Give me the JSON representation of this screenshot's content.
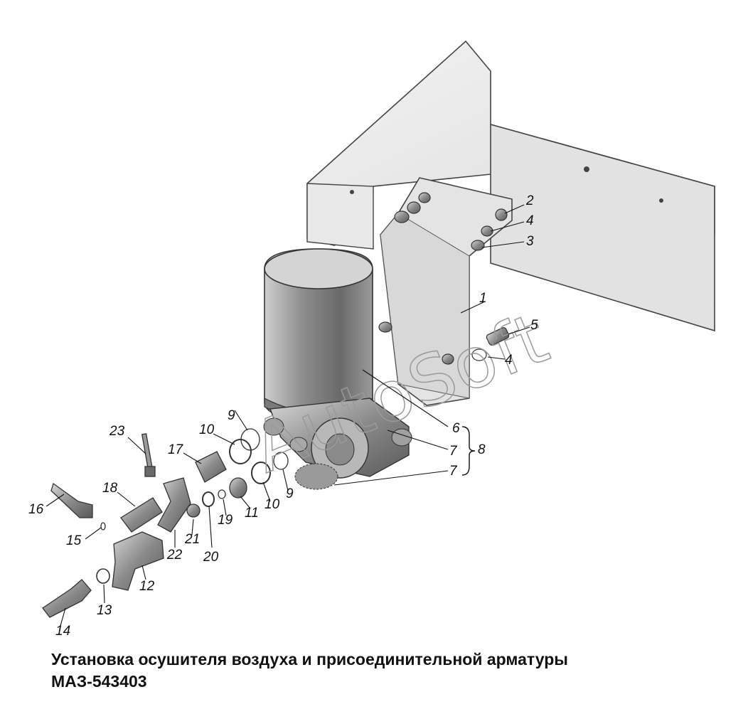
{
  "caption": {
    "line1": "Установка осушителя воздуха и присоединительной арматуры",
    "line2": "МАЗ-543403"
  },
  "watermark": "AutoSoft",
  "callouts": [
    "1",
    "2",
    "3",
    "4",
    "4",
    "5",
    "6",
    "7",
    "7",
    "8",
    "9",
    "9",
    "10",
    "10",
    "11",
    "12",
    "13",
    "14",
    "15",
    "16",
    "17",
    "18",
    "19",
    "20",
    "21",
    "22",
    "23"
  ]
}
